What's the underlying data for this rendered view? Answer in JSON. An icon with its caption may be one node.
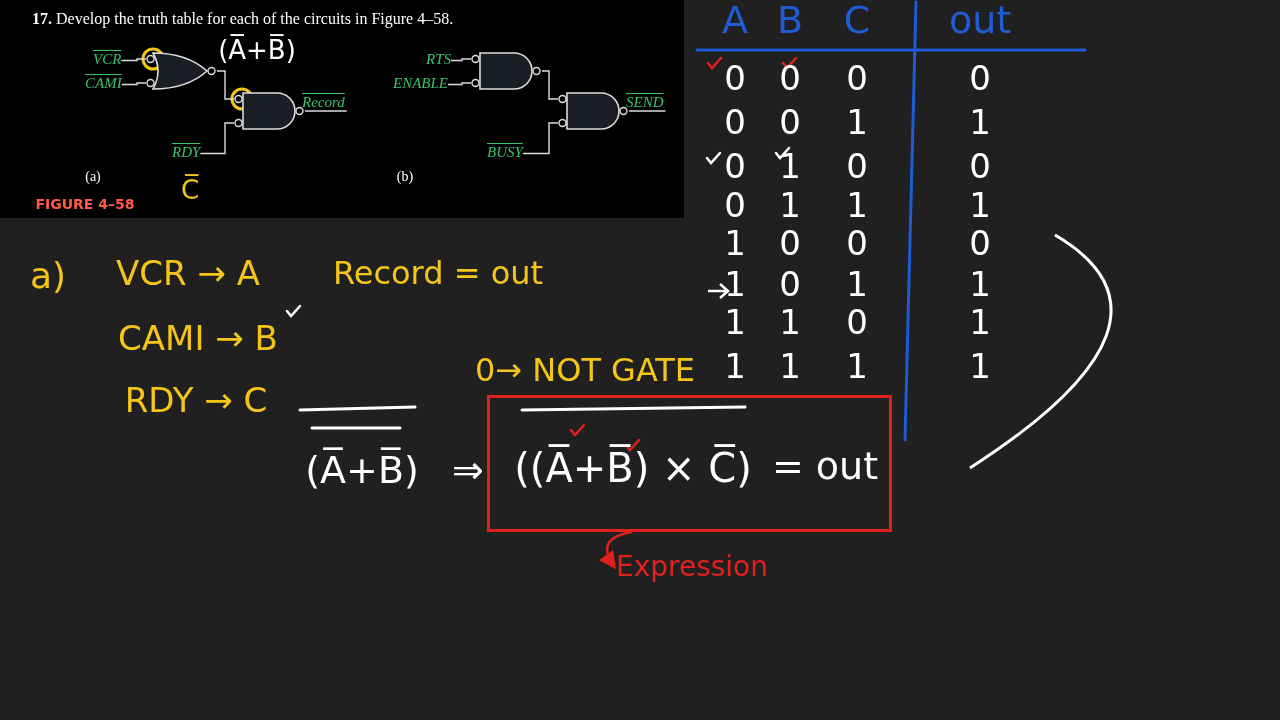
{
  "diagram": {
    "title": "**17.** Develop the truth table for each of the circuits in Figure 4–58.",
    "nodes": [
      {
        "text": [
          "VCR"
        ]
      },
      {
        "text": [
          "CAMI"
        ]
      },
      {
        "text": [],
        "shape": "gate"
      },
      {
        "text": [],
        "shape": "gate"
      },
      {
        "text": [
          "RDY"
        ]
      },
      {
        "text": [
          "Record"
        ]
      },
      {
        "text": [
          "RTS"
        ]
      },
      {
        "text": [
          "ENABLE"
        ]
      },
      {
        "text": [],
        "shape": "gate"
      },
      {
        "text": [],
        "shape": "gate"
      },
      {
        "text": [
          "BUSY"
        ]
      },
      {
        "text": [
          "SEND"
        ]
      },
      {
        "text": [
          "((A̅+B̅) × C̅)",
          "= out"
        ]
      },
      {
        "text": [
          "Expression"
        ]
      }
    ],
    "edges": [
      {
        "from": 0,
        "to": 2,
        "arrow": "none"
      },
      {
        "from": 1,
        "to": 2,
        "arrow": "none"
      },
      {
        "from": 2,
        "to": 3,
        "arrow": "none"
      },
      {
        "from": 4,
        "to": 3,
        "arrow": "none"
      },
      {
        "from": 3,
        "to": 5,
        "arrow": "none"
      },
      {
        "from": 6,
        "to": 8,
        "arrow": "none"
      },
      {
        "from": 7,
        "to": 8,
        "arrow": "none"
      },
      {
        "from": 8,
        "to": 9,
        "arrow": "none"
      },
      {
        "from": 10,
        "to": 9,
        "arrow": "none"
      },
      {
        "from": 9,
        "to": 11,
        "arrow": "none"
      },
      {
        "from": 12,
        "to": 13,
        "arrow": "to",
        "color": "#e0201c"
      }
    ],
    "labels": [
      "(A̅+B̅)",
      "(a)",
      "(b)",
      "C̅",
      "FIGURE 4–58",
      "A",
      "B",
      "C",
      "out",
      "0",
      "0",
      "0",
      "0",
      "0",
      "0",
      "1",
      "1",
      "0",
      "1",
      "0",
      "0",
      "0",
      "1",
      "1",
      "1",
      "1",
      "0",
      "0",
      "0",
      "1",
      "0",
      "1",
      "1",
      "1",
      "1",
      "0",
      "1",
      "1",
      "1",
      "1",
      "1",
      "a)",
      "VCR → A",
      "Record = out",
      "CAMI → B",
      "RDY → C",
      "0→ NOT GATE",
      "(A̅+B̅)",
      "⇒"
    ]
  }
}
